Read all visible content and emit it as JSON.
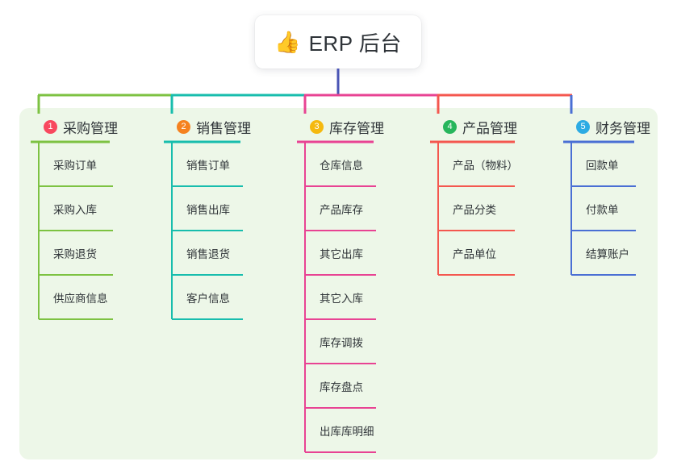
{
  "root": {
    "icon": "thumbs-up-icon",
    "icon_glyph": "👍",
    "title": "ERP 后台"
  },
  "colors": {
    "panel_bg": "#edf7e8",
    "canvas_bg": "#ffffff",
    "root_trunk": "#4a55b5",
    "text": "#2f3438"
  },
  "columns": [
    {
      "number": "1",
      "badge_color": "#f8485e",
      "line_color": "#7dc242",
      "title": "采购管理",
      "items": [
        "采购订单",
        "采购入库",
        "采购退货",
        "供应商信息"
      ]
    },
    {
      "number": "2",
      "badge_color": "#f5821f",
      "line_color": "#18bdad",
      "title": "销售管理",
      "items": [
        "销售订单",
        "销售出库",
        "销售退货",
        "客户信息"
      ]
    },
    {
      "number": "3",
      "badge_color": "#f5b90f",
      "line_color": "#e84393",
      "title": "库存管理",
      "items": [
        "仓库信息",
        "产品库存",
        "其它出库",
        "其它入库",
        "库存调拨",
        "库存盘点",
        "出库库明细"
      ]
    },
    {
      "number": "4",
      "badge_color": "#27b65c",
      "line_color": "#f4574f",
      "title": "产品管理",
      "items": [
        "产品（物料）",
        "产品分类",
        "产品单位"
      ]
    },
    {
      "number": "5",
      "badge_color": "#2cabe3",
      "line_color": "#4a6fd4",
      "title": "财务管理",
      "items": [
        "回款单",
        "付款单",
        "结算账户"
      ]
    }
  ]
}
